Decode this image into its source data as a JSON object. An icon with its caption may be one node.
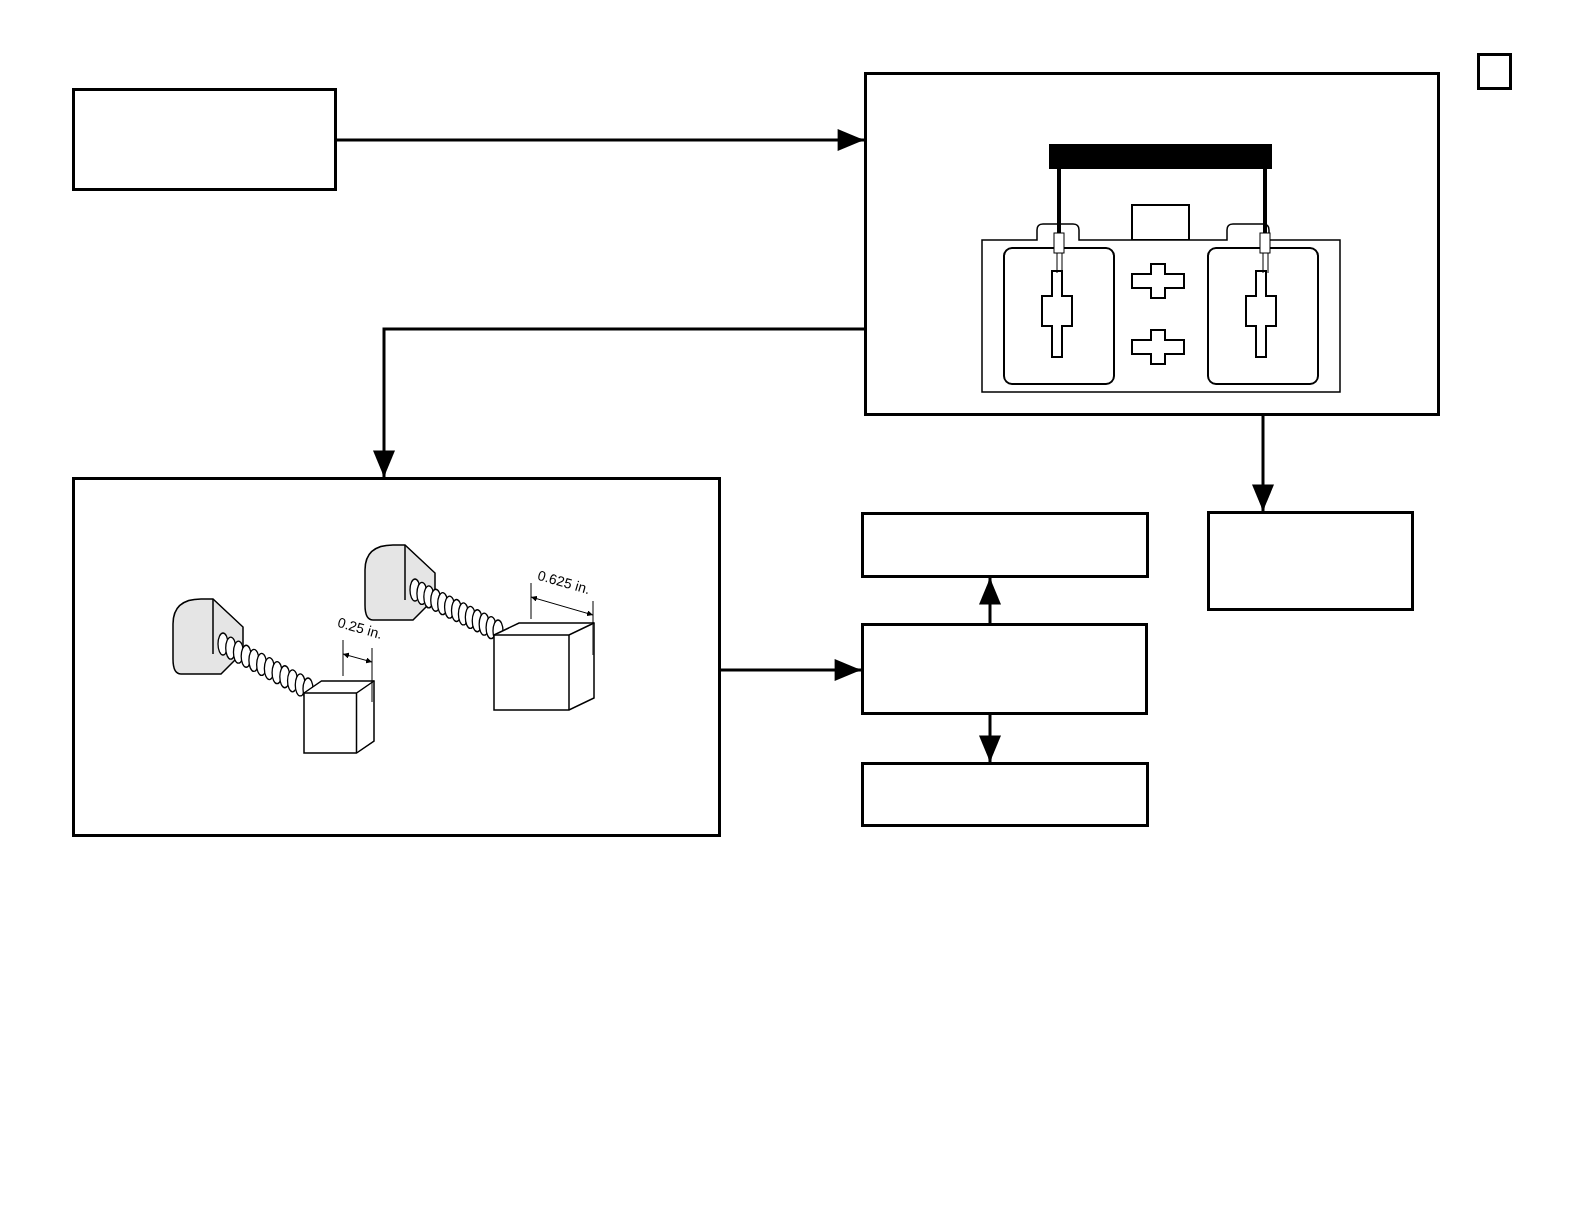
{
  "diagram": {
    "nodes": [
      {
        "text": [],
        "shape": "box"
      },
      {
        "text": [],
        "shape": "box"
      },
      {
        "text": [],
        "shape": "box"
      },
      {
        "text": [],
        "shape": "box"
      },
      {
        "text": [],
        "shape": "box"
      },
      {
        "text": [],
        "shape": "box"
      },
      {
        "text": [],
        "shape": "box"
      },
      {
        "text": [],
        "shape": "box"
      }
    ],
    "edges": [
      {
        "from": 0,
        "to": 1,
        "arrow": "to"
      },
      {
        "from": 1,
        "to": 3,
        "arrow": "to"
      },
      {
        "from": 1,
        "to": 7,
        "arrow": "to"
      },
      {
        "from": 3,
        "to": 5,
        "arrow": "to"
      },
      {
        "from": 5,
        "to": 4,
        "arrow": "to"
      },
      {
        "from": 5,
        "to": 6,
        "arrow": "to"
      }
    ],
    "labels": [
      "0.625 in.",
      "0.25 in."
    ]
  }
}
